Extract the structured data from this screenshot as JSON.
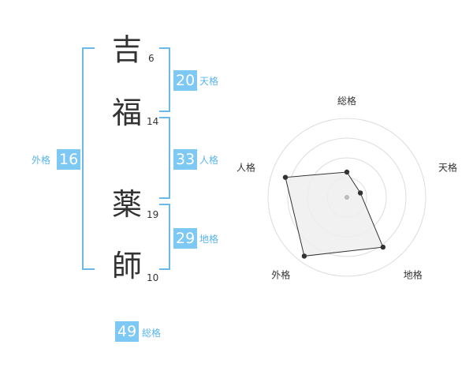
{
  "name": {
    "chars": [
      {
        "char": "吉",
        "strokes": "6"
      },
      {
        "char": "福",
        "strokes": "14"
      },
      {
        "char": "薬",
        "strokes": "19"
      },
      {
        "char": "師",
        "strokes": "10"
      }
    ]
  },
  "fortune": {
    "tenkaku": {
      "value": "20",
      "label": "天格"
    },
    "jinkaku": {
      "value": "33",
      "label": "人格"
    },
    "chikaku": {
      "value": "29",
      "label": "地格"
    },
    "gaikaku": {
      "value": "16",
      "label": "外格"
    },
    "soukaku": {
      "value": "49",
      "label": "総格"
    }
  },
  "radar": {
    "axes": [
      "総格",
      "天格",
      "地格",
      "外格",
      "人格"
    ],
    "levels": 4,
    "values": [
      0.32,
      0.18,
      0.78,
      0.92,
      0.82
    ],
    "colors": {
      "grid": "#dddddd",
      "fill": "#eeeeee",
      "stroke": "#333333",
      "center": "#bbbbbb"
    }
  }
}
